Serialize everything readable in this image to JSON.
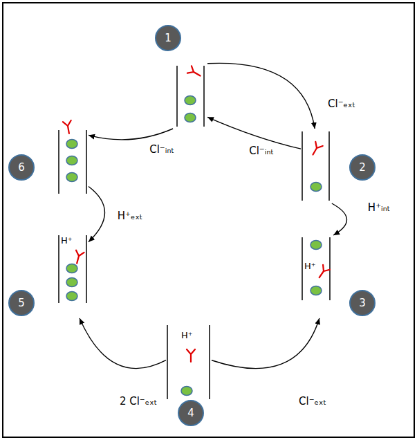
{
  "diagram": {
    "nodes": [
      {
        "text": [
          "1"
        ]
      },
      {
        "text": [
          "2"
        ]
      },
      {
        "text": [
          "3",
          "H⁺"
        ]
      },
      {
        "text": [
          "4",
          "H⁺"
        ]
      },
      {
        "text": [
          "5",
          "H⁺"
        ]
      },
      {
        "text": [
          "6"
        ]
      }
    ],
    "edges": [
      {
        "from": 0,
        "to": 1,
        "arrow": "to",
        "label": "Cl⁻ₑₓₜ"
      },
      {
        "from": 1,
        "to": 0,
        "arrow": "to",
        "label": "Cl⁻ᵢₙₜ"
      },
      {
        "from": 0,
        "to": 5,
        "arrow": "to",
        "label": "Cl⁻ᵢₙₜ"
      },
      {
        "from": 1,
        "to": 2,
        "arrow": "to",
        "label": "H⁺ᵢₙₜ"
      },
      {
        "from": 5,
        "to": 4,
        "arrow": "to",
        "label": "H⁺ₑₓₜ"
      },
      {
        "from": 3,
        "to": 2,
        "arrow": "to",
        "label": "Cl⁻ₑₓₜ"
      },
      {
        "from": 3,
        "to": 4,
        "arrow": "to",
        "label": "2 Cl⁻ₑₓₜ"
      }
    ]
  }
}
